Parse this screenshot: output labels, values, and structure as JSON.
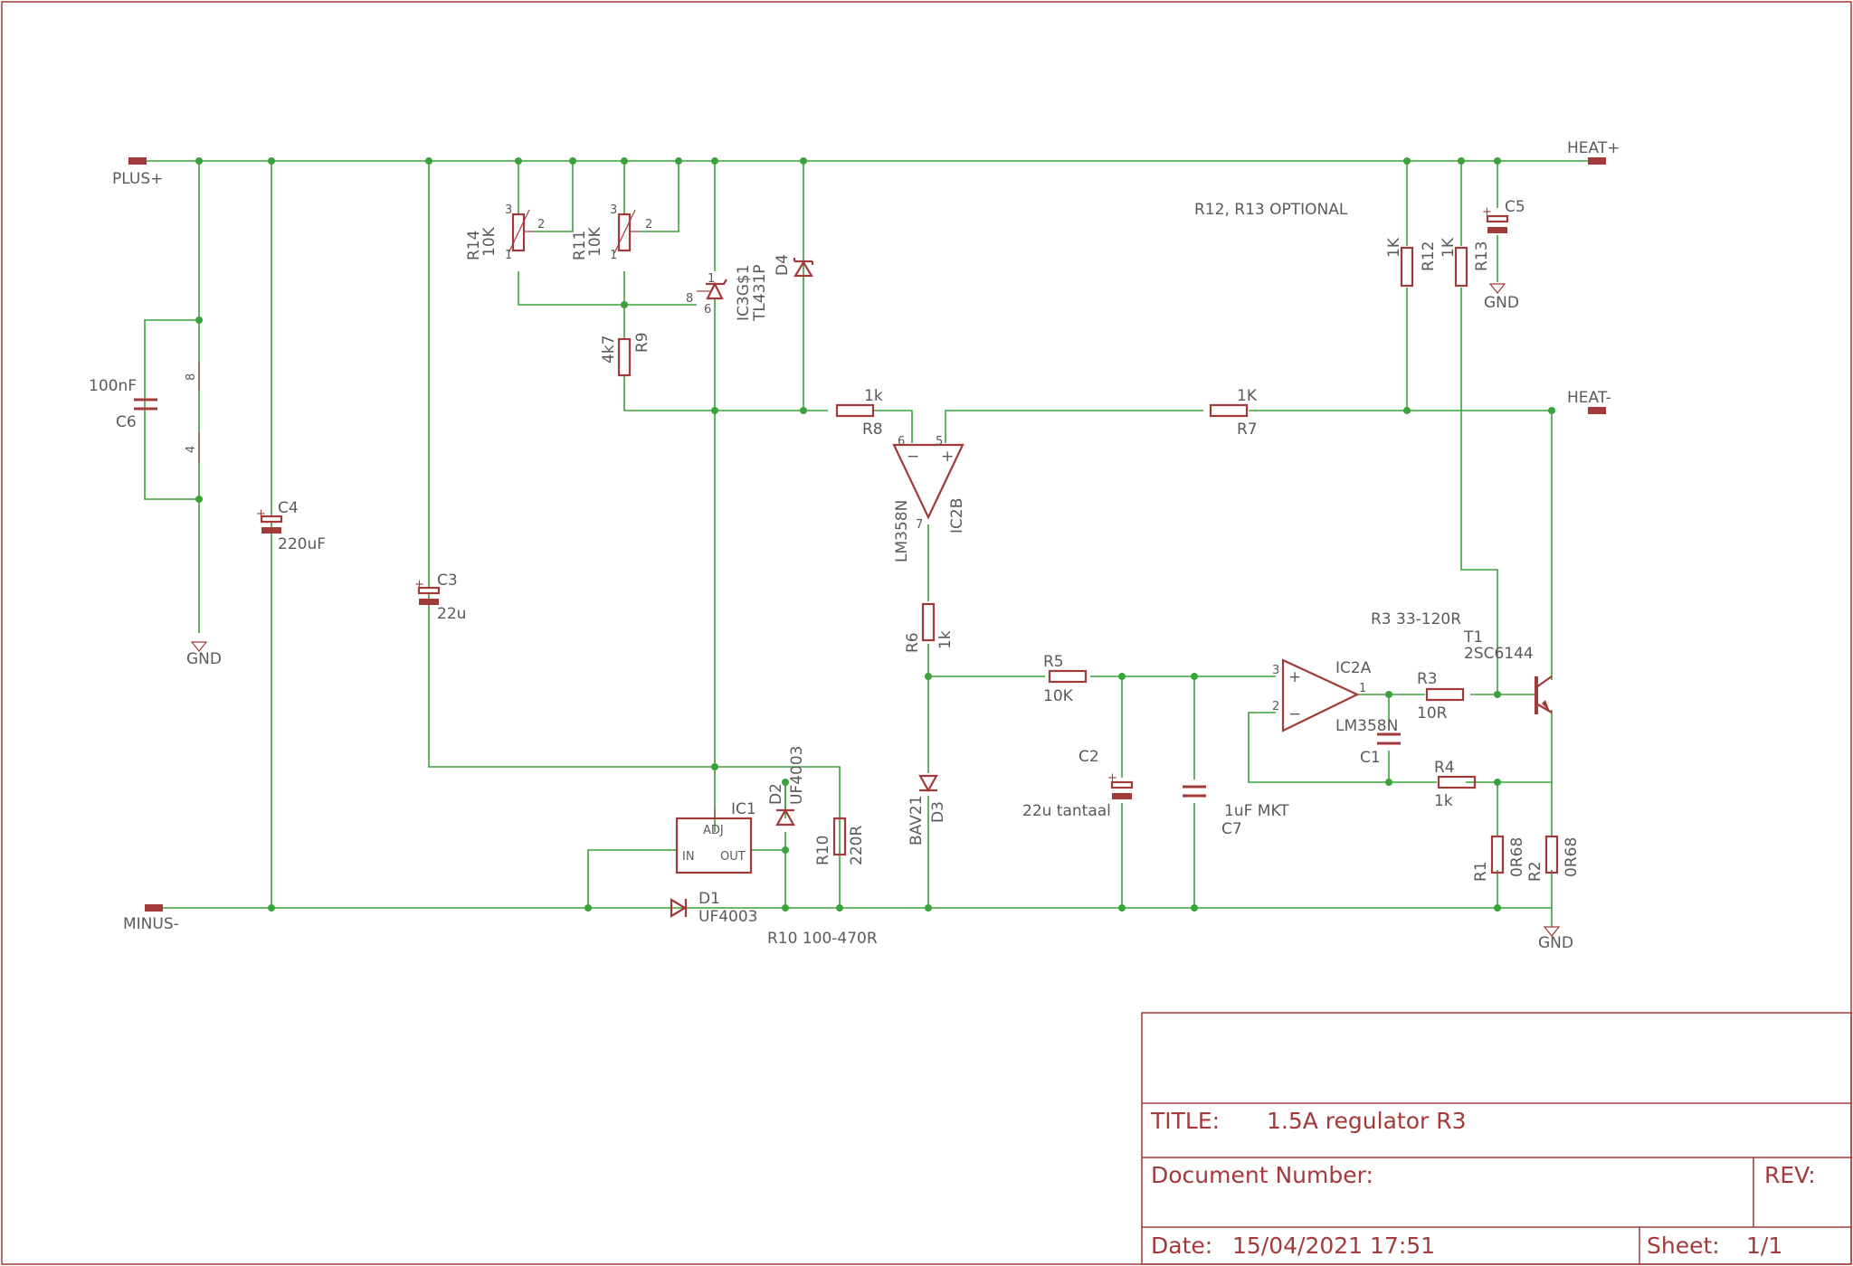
{
  "nets": {
    "plus": "PLUS+",
    "minus": "MINUS-",
    "heat_plus": "HEAT+",
    "heat_minus": "HEAT-"
  },
  "notes": {
    "optional": "R12, R13 OPTIONAL",
    "r3_range": "R3 33-120R",
    "r10_range": "R10 100-470R"
  },
  "gnd": "GND",
  "parts": {
    "C6": {
      "name": "C6",
      "value": "100nF"
    },
    "C4": {
      "name": "C4",
      "value": "220uF"
    },
    "C3": {
      "name": "C3",
      "value": "22u"
    },
    "R14": {
      "name": "R14",
      "value": "10K"
    },
    "R11": {
      "name": "R11",
      "value": "10K"
    },
    "R9": {
      "name": "R9",
      "value": "4k7"
    },
    "IC3": {
      "name": "IC3G$1",
      "value": "TL431P"
    },
    "D4": {
      "name": "D4"
    },
    "R8": {
      "name": "R8",
      "value": "1k"
    },
    "R7": {
      "name": "R7",
      "value": "1K"
    },
    "IC2B": {
      "name": "IC2B",
      "value": "LM358N"
    },
    "R6": {
      "name": "R6",
      "value": "1k"
    },
    "R12": {
      "name": "R12",
      "value": "1K"
    },
    "R13": {
      "name": "R13",
      "value": "1K"
    },
    "C5": {
      "name": "C5"
    },
    "R5": {
      "name": "R5",
      "value": "10K"
    },
    "IC2A": {
      "name": "IC2A",
      "value": "LM358N"
    },
    "R3": {
      "name": "R3",
      "value": "10R"
    },
    "T1": {
      "name": "T1",
      "value": "2SC6144"
    },
    "C1": {
      "name": "C1"
    },
    "R4": {
      "name": "R4",
      "value": "1k"
    },
    "R1": {
      "name": "R1",
      "value": "0R68"
    },
    "R2": {
      "name": "R2",
      "value": "0R68"
    },
    "C2": {
      "name": "C2",
      "value": "22u tantaal"
    },
    "C7": {
      "name": "C7",
      "value": "1uF MKT"
    },
    "D3": {
      "name": "D3",
      "value": "BAV21"
    },
    "IC1": {
      "name": "IC1",
      "adj": "ADJ",
      "in": "IN",
      "out": "OUT"
    },
    "D1": {
      "name": "D1",
      "value": "UF4003"
    },
    "D2": {
      "name": "D2",
      "value": "UF4003"
    },
    "R10": {
      "name": "R10",
      "value": "220R"
    }
  },
  "pins": {
    "r14": [
      "3",
      "2",
      "1"
    ],
    "r11": [
      "3",
      "2",
      "1"
    ],
    "ic3": [
      "8",
      "1",
      "6"
    ],
    "ic2b": [
      "6",
      "5",
      "7"
    ],
    "ic2a": [
      "3",
      "2",
      "1"
    ],
    "ic2_pwr": [
      "8",
      "4"
    ]
  },
  "title_block": {
    "title_label": "TITLE:",
    "title": "1.5A regulator R3",
    "docnum_label": "Document Number:",
    "rev_label": "REV:",
    "date_label": "Date:",
    "date": "15/04/2021 17:51",
    "sheet_label": "Sheet:",
    "sheet": "1/1"
  }
}
